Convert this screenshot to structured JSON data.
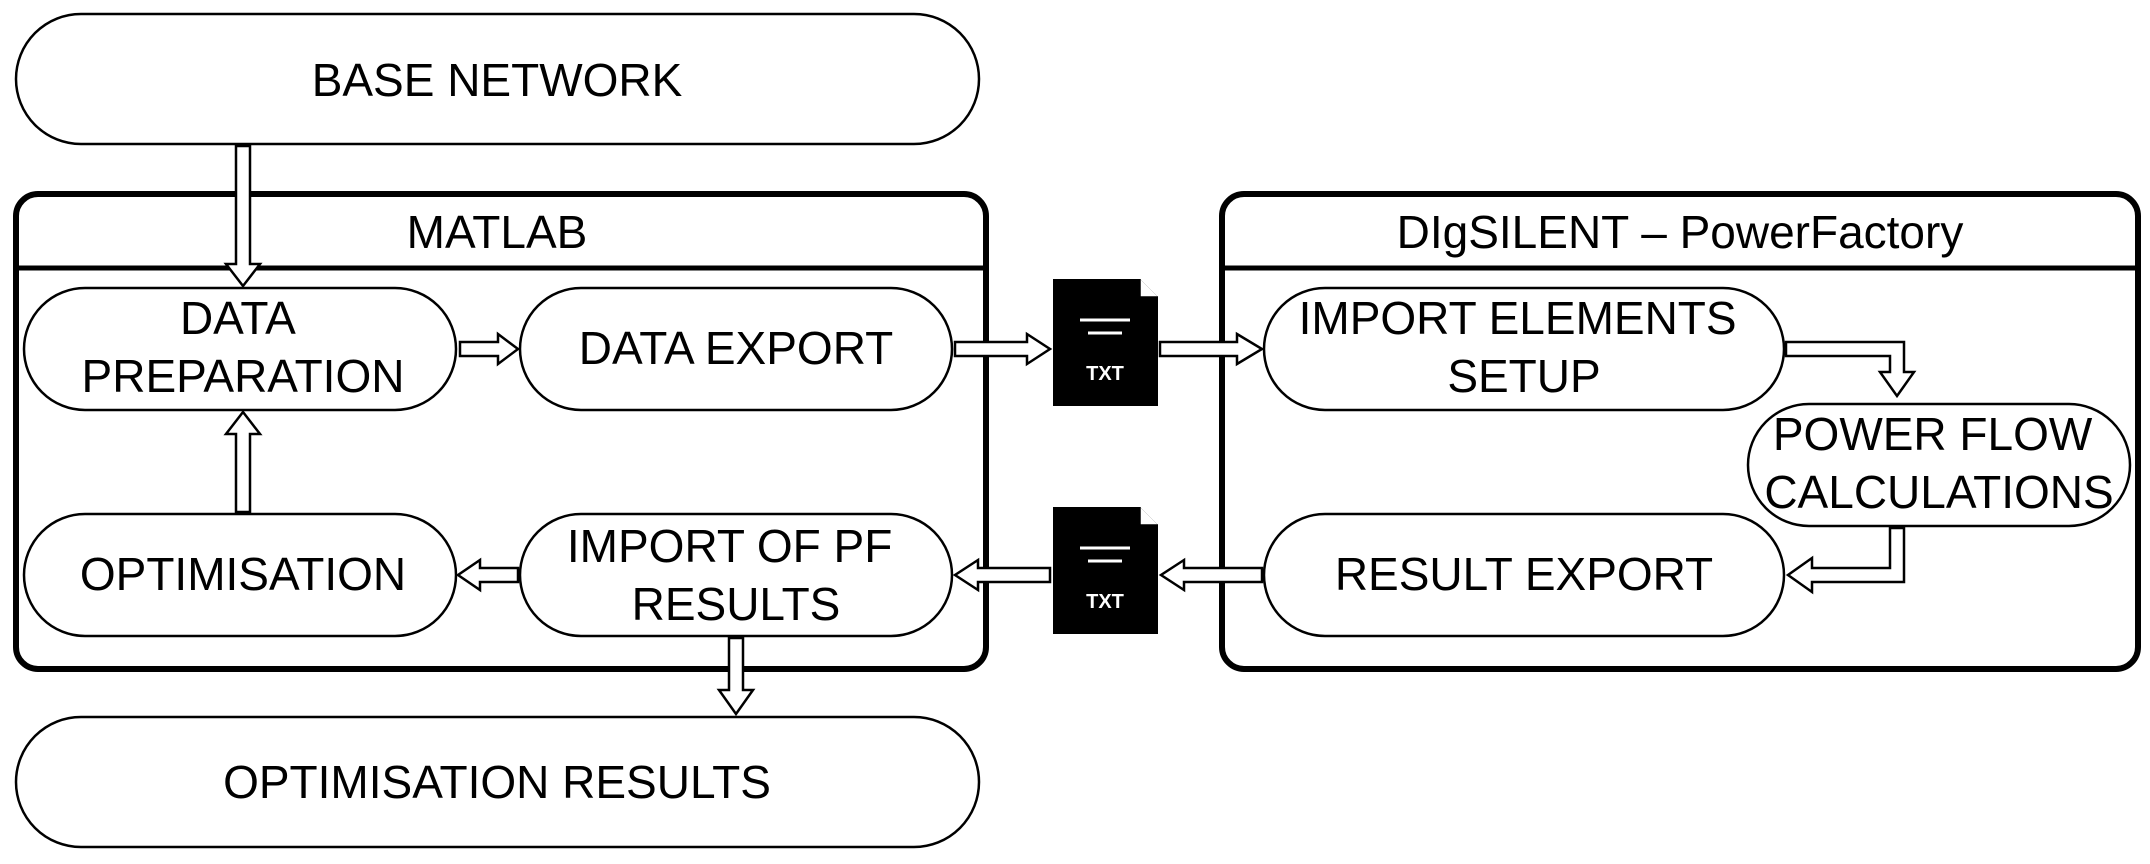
{
  "nodes": {
    "base_network": "BASE NETWORK",
    "optimisation_results": "OPTIMISATION RESULTS",
    "data_preparation": [
      "DATA",
      "PREPARATION"
    ],
    "data_export": "DATA EXPORT",
    "optimisation": "OPTIMISATION",
    "import_pf_results": [
      "IMPORT OF PF",
      "RESULTS"
    ],
    "import_elements_setup": [
      "IMPORT ELEMENTS",
      "SETUP"
    ],
    "power_flow_calculations": [
      "POWER FLOW",
      "CALCULATIONS"
    ],
    "result_export": "RESULT EXPORT"
  },
  "containers": {
    "matlab": "MATLAB",
    "powerfactory": "DIgSILENT – PowerFactory"
  },
  "files": {
    "export_file": "TXT",
    "result_file": "TXT"
  },
  "colors": {
    "stroke": "#000000",
    "fill": "#ffffff",
    "file_icon": "#000000"
  }
}
